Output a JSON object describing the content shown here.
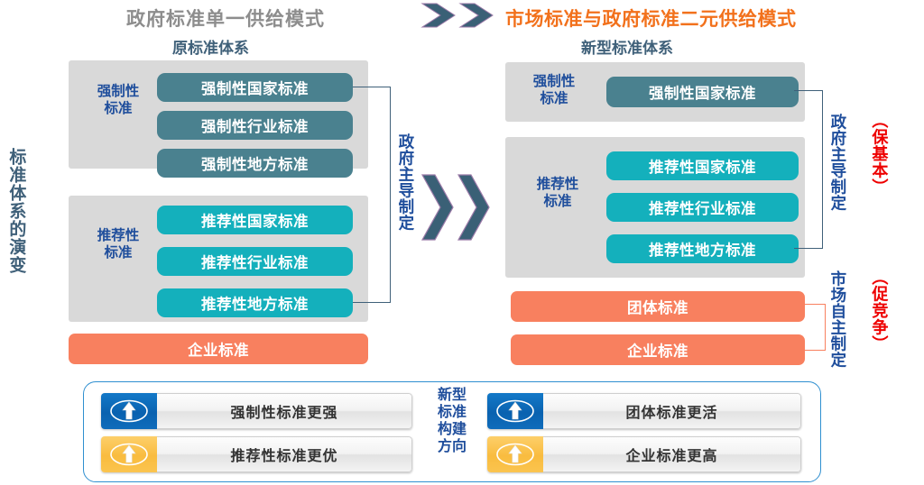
{
  "left_panel": {
    "title": "政府标准单一供给模式",
    "subtitle": "原标准体系",
    "groups": [
      {
        "label": "强制性\n标准",
        "items": [
          "强制性国家标准",
          "强制性行业标准",
          "强制性地方标准"
        ]
      },
      {
        "label": "推荐性\n标准",
        "items": [
          "推荐性国家标准",
          "推荐性行业标准",
          "推荐性地方标准"
        ]
      }
    ],
    "enterprise_bar": "企业标准",
    "bracket_label": "政府主导制定"
  },
  "right_panel": {
    "title": "市场标准与政府标准二元供给模式",
    "subtitle": "新型标准体系",
    "groups": [
      {
        "label": "强制性\n标准",
        "items": [
          "强制性国家标准"
        ]
      },
      {
        "label": "推荐性\n标准",
        "items": [
          "推荐性国家标准",
          "推荐性行业标准",
          "推荐性地方标准"
        ]
      }
    ],
    "market_bars": [
      "团体标准",
      "企业标准"
    ],
    "brackets": [
      {
        "label": "政府主导制定",
        "note": "（保基本）"
      },
      {
        "label": "市场自主制定",
        "note": "（促竞争）"
      }
    ]
  },
  "side_label": "标准体系的演变",
  "legend": {
    "center_label": "新型\n标准\n构建\n方向",
    "items": [
      {
        "text": "强制性标准更强",
        "color": "blue",
        "icon": "up-arrow-icon"
      },
      {
        "text": "推荐性标准更优",
        "color": "amber",
        "icon": "up-arrow-icon"
      },
      {
        "text": "团体标准更活",
        "color": "blue",
        "icon": "up-arrow-icon"
      },
      {
        "text": "企业标准更高",
        "color": "amber",
        "icon": "up-arrow-icon"
      }
    ]
  },
  "colors": {
    "mandatory": "#4a818f",
    "recommended": "#14b0bc",
    "enterprise": "#f8805f",
    "group_bg": "#d9d9d9",
    "title_gray": "#8d8d8d",
    "title_orange": "#f2711c",
    "subtitle_slate": "#3f6079",
    "group_label_blue": "#1f4e9c",
    "note_red": "#ee0000",
    "legend_border": "#2f8fd0",
    "chevron": "#3a6076"
  }
}
